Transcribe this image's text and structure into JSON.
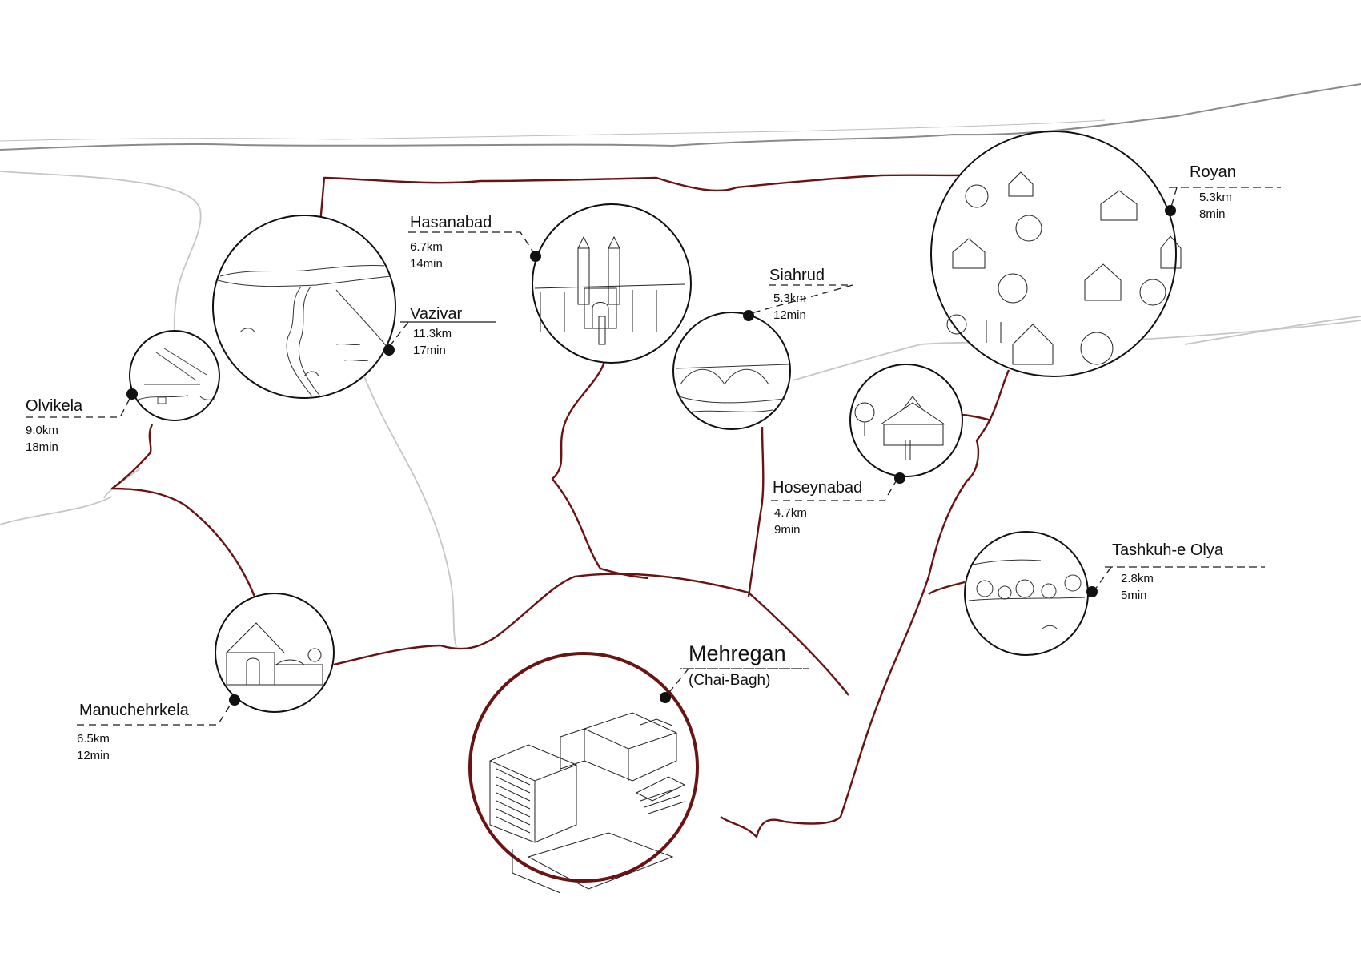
{
  "colors": {
    "route": "#6b1212",
    "coast": "#8a8a8a",
    "terrain": "#c8c6c2",
    "ink": "#1a1a1a"
  },
  "places": [
    {
      "id": "olvikela",
      "name": "Olvikela",
      "distance": "9.0km",
      "time": "18min",
      "icon": "terrain-sketch"
    },
    {
      "id": "vazivar",
      "name": "Vazivar",
      "distance": "11.3km",
      "time": "17min",
      "icon": "river-valley-sketch"
    },
    {
      "id": "hasanabad",
      "name": "Hasanabad",
      "distance": "6.7km",
      "time": "14min",
      "icon": "mosque-sketch"
    },
    {
      "id": "siahrud",
      "name": "Siahrud",
      "distance": "5.3km",
      "time": "12min",
      "icon": "bridge-sketch"
    },
    {
      "id": "royan",
      "name": "Royan",
      "distance": "5.3km",
      "time": "8min",
      "icon": "pavilions-sketch"
    },
    {
      "id": "hoseynabad",
      "name": "Hoseynabad",
      "distance": "4.7km",
      "time": "9min",
      "icon": "shrine-sketch"
    },
    {
      "id": "tashkuh",
      "name": "Tashkuh-e Olya",
      "distance": "2.8km",
      "time": "5min",
      "icon": "lake-sketch"
    },
    {
      "id": "manuchehrkela",
      "name": "Manuchehrkela",
      "distance": "6.5km",
      "time": "12min",
      "icon": "tomb-sketch"
    }
  ],
  "main_site": {
    "name": "Mehregan",
    "subtitle": "(Chai-Bagh)",
    "icon": "building-perspective-sketch"
  }
}
